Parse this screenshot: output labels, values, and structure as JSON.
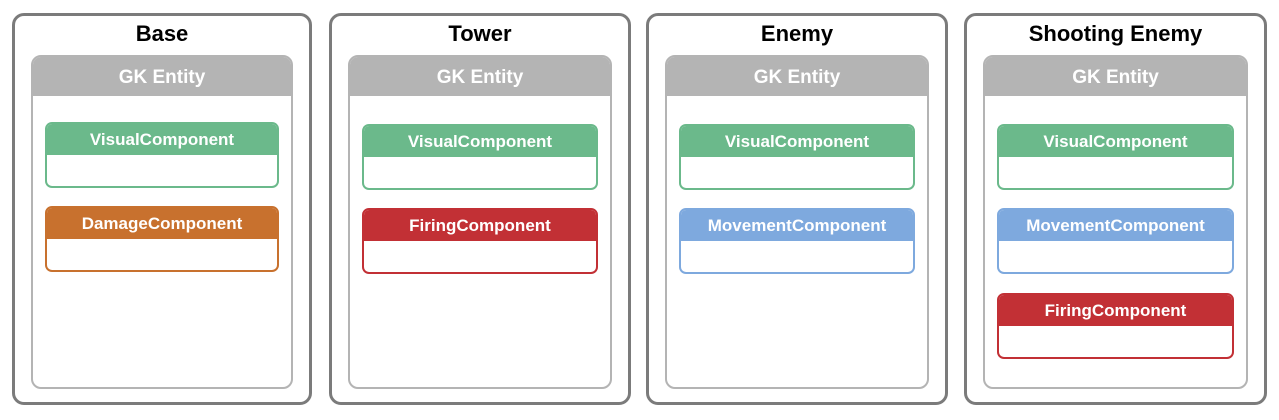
{
  "colors": {
    "panel_border": "#7b7b7b",
    "entity_gray": "#b4b4b4",
    "visual": "#6bb98b",
    "damage": "#c8712e",
    "firing": "#c23035",
    "movement": "#7ea9de"
  },
  "panels": [
    {
      "title": "Base",
      "entity_label": "GK Entity",
      "components": [
        {
          "label": "VisualComponent",
          "kind": "visual"
        },
        {
          "label": "DamageComponent",
          "kind": "damage"
        }
      ]
    },
    {
      "title": "Tower",
      "entity_label": "GK Entity",
      "components": [
        {
          "label": "VisualComponent",
          "kind": "visual"
        },
        {
          "label": "FiringComponent",
          "kind": "firing"
        }
      ]
    },
    {
      "title": "Enemy",
      "entity_label": "GK Entity",
      "components": [
        {
          "label": "VisualComponent",
          "kind": "visual"
        },
        {
          "label": "MovementComponent",
          "kind": "movement"
        }
      ]
    },
    {
      "title": "Shooting Enemy",
      "entity_label": "GK Entity",
      "components": [
        {
          "label": "VisualComponent",
          "kind": "visual"
        },
        {
          "label": "MovementComponent",
          "kind": "movement"
        },
        {
          "label": "FiringComponent",
          "kind": "firing"
        }
      ]
    }
  ]
}
